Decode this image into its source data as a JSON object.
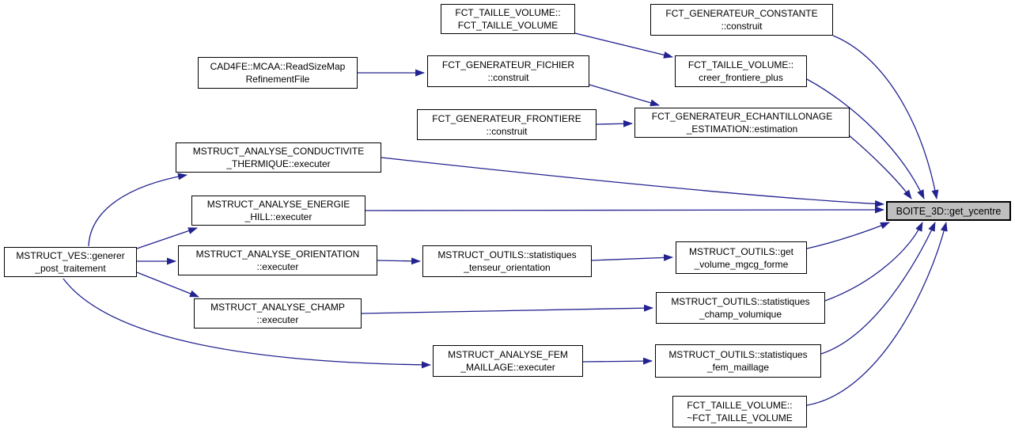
{
  "diagram": {
    "kind": "doxygen-caller-graph",
    "colors": {
      "background": "#ffffff",
      "edge": "#232390",
      "node_border": "#000000",
      "node_fill": "#ffffff",
      "target_fill": "#bfbfbf",
      "text": "#000000"
    }
  },
  "nodes": {
    "fct_taille_volume_ctor": {
      "line1": "FCT_TAILLE_VOLUME::",
      "line2": "FCT_TAILLE_VOLUME"
    },
    "fct_generateur_constante_construit": {
      "line1": "FCT_GENERATEUR_CONSTANTE",
      "line2": "::construit"
    },
    "cad4fe_mcaa_readsizemap": {
      "line1": "CAD4FE::MCAA::ReadSizeMap",
      "line2": "RefinementFile"
    },
    "fct_generateur_fichier_construit": {
      "line1": "FCT_GENERATEUR_FICHIER",
      "line2": "::construit"
    },
    "fct_taille_volume_creer_frontiere_plus": {
      "line1": "FCT_TAILLE_VOLUME::",
      "line2": "creer_frontiere_plus"
    },
    "fct_generateur_frontiere_construit": {
      "line1": "FCT_GENERATEUR_FRONTIERE",
      "line2": "::construit"
    },
    "fct_generateur_echantillonage_estimation": {
      "line1": "FCT_GENERATEUR_ECHANTILLONAGE",
      "line2": "_ESTIMATION::estimation"
    },
    "mstruct_analyse_conductivite_thermique_executer": {
      "line1": "MSTRUCT_ANALYSE_CONDUCTIVITE",
      "line2": "_THERMIQUE::executer"
    },
    "mstruct_analyse_energie_hill_executer": {
      "line1": "MSTRUCT_ANALYSE_ENERGIE",
      "line2": "_HILL::executer"
    },
    "mstruct_ves_generer_post_traitement": {
      "line1": "MSTRUCT_VES::generer",
      "line2": "_post_traitement"
    },
    "mstruct_analyse_orientation_executer": {
      "line1": "MSTRUCT_ANALYSE_ORIENTATION",
      "line2": "::executer"
    },
    "mstruct_analyse_champ_executer": {
      "line1": "MSTRUCT_ANALYSE_CHAMP",
      "line2": "::executer"
    },
    "mstruct_outils_statistiques_tenseur_orientation": {
      "line1": "MSTRUCT_OUTILS::statistiques",
      "line2": "_tenseur_orientation"
    },
    "mstruct_outils_get_volume_mgcg_forme": {
      "line1": "MSTRUCT_OUTILS::get",
      "line2": "_volume_mgcg_forme"
    },
    "mstruct_outils_statistiques_champ_volumique": {
      "line1": "MSTRUCT_OUTILS::statistiques",
      "line2": "_champ_volumique"
    },
    "mstruct_analyse_fem_maillage_executer": {
      "line1": "MSTRUCT_ANALYSE_FEM",
      "line2": "_MAILLAGE::executer"
    },
    "mstruct_outils_statistiques_fem_maillage": {
      "line1": "MSTRUCT_OUTILS::statistiques",
      "line2": "_fem_maillage"
    },
    "fct_taille_volume_dtor": {
      "line1": "FCT_TAILLE_VOLUME::",
      "line2": "~FCT_TAILLE_VOLUME"
    },
    "boite_3d_get_ycentre": {
      "label": "BOITE_3D::get_ycentre"
    }
  },
  "edges": [
    {
      "from": "fct_taille_volume_ctor",
      "to": "fct_taille_volume_creer_frontiere_plus"
    },
    {
      "from": "fct_generateur_constante_construit",
      "to": "boite_3d_get_ycentre"
    },
    {
      "from": "cad4fe_mcaa_readsizemap",
      "to": "fct_generateur_fichier_construit"
    },
    {
      "from": "fct_generateur_fichier_construit",
      "to": "fct_generateur_echantillonage_estimation"
    },
    {
      "from": "fct_taille_volume_creer_frontiere_plus",
      "to": "boite_3d_get_ycentre"
    },
    {
      "from": "fct_generateur_frontiere_construit",
      "to": "fct_generateur_echantillonage_estimation"
    },
    {
      "from": "fct_generateur_echantillonage_estimation",
      "to": "boite_3d_get_ycentre"
    },
    {
      "from": "mstruct_analyse_conductivite_thermique_executer",
      "to": "boite_3d_get_ycentre"
    },
    {
      "from": "mstruct_analyse_energie_hill_executer",
      "to": "boite_3d_get_ycentre"
    },
    {
      "from": "mstruct_ves_generer_post_traitement",
      "to": "mstruct_analyse_conductivite_thermique_executer"
    },
    {
      "from": "mstruct_ves_generer_post_traitement",
      "to": "mstruct_analyse_energie_hill_executer"
    },
    {
      "from": "mstruct_ves_generer_post_traitement",
      "to": "mstruct_analyse_orientation_executer"
    },
    {
      "from": "mstruct_ves_generer_post_traitement",
      "to": "mstruct_analyse_champ_executer"
    },
    {
      "from": "mstruct_ves_generer_post_traitement",
      "to": "mstruct_analyse_fem_maillage_executer"
    },
    {
      "from": "mstruct_analyse_orientation_executer",
      "to": "mstruct_outils_statistiques_tenseur_orientation"
    },
    {
      "from": "mstruct_outils_statistiques_tenseur_orientation",
      "to": "mstruct_outils_get_volume_mgcg_forme"
    },
    {
      "from": "mstruct_outils_get_volume_mgcg_forme",
      "to": "boite_3d_get_ycentre"
    },
    {
      "from": "mstruct_analyse_champ_executer",
      "to": "mstruct_outils_statistiques_champ_volumique"
    },
    {
      "from": "mstruct_outils_statistiques_champ_volumique",
      "to": "boite_3d_get_ycentre"
    },
    {
      "from": "mstruct_analyse_fem_maillage_executer",
      "to": "mstruct_outils_statistiques_fem_maillage"
    },
    {
      "from": "mstruct_outils_statistiques_fem_maillage",
      "to": "boite_3d_get_ycentre"
    },
    {
      "from": "fct_taille_volume_dtor",
      "to": "boite_3d_get_ycentre"
    }
  ]
}
